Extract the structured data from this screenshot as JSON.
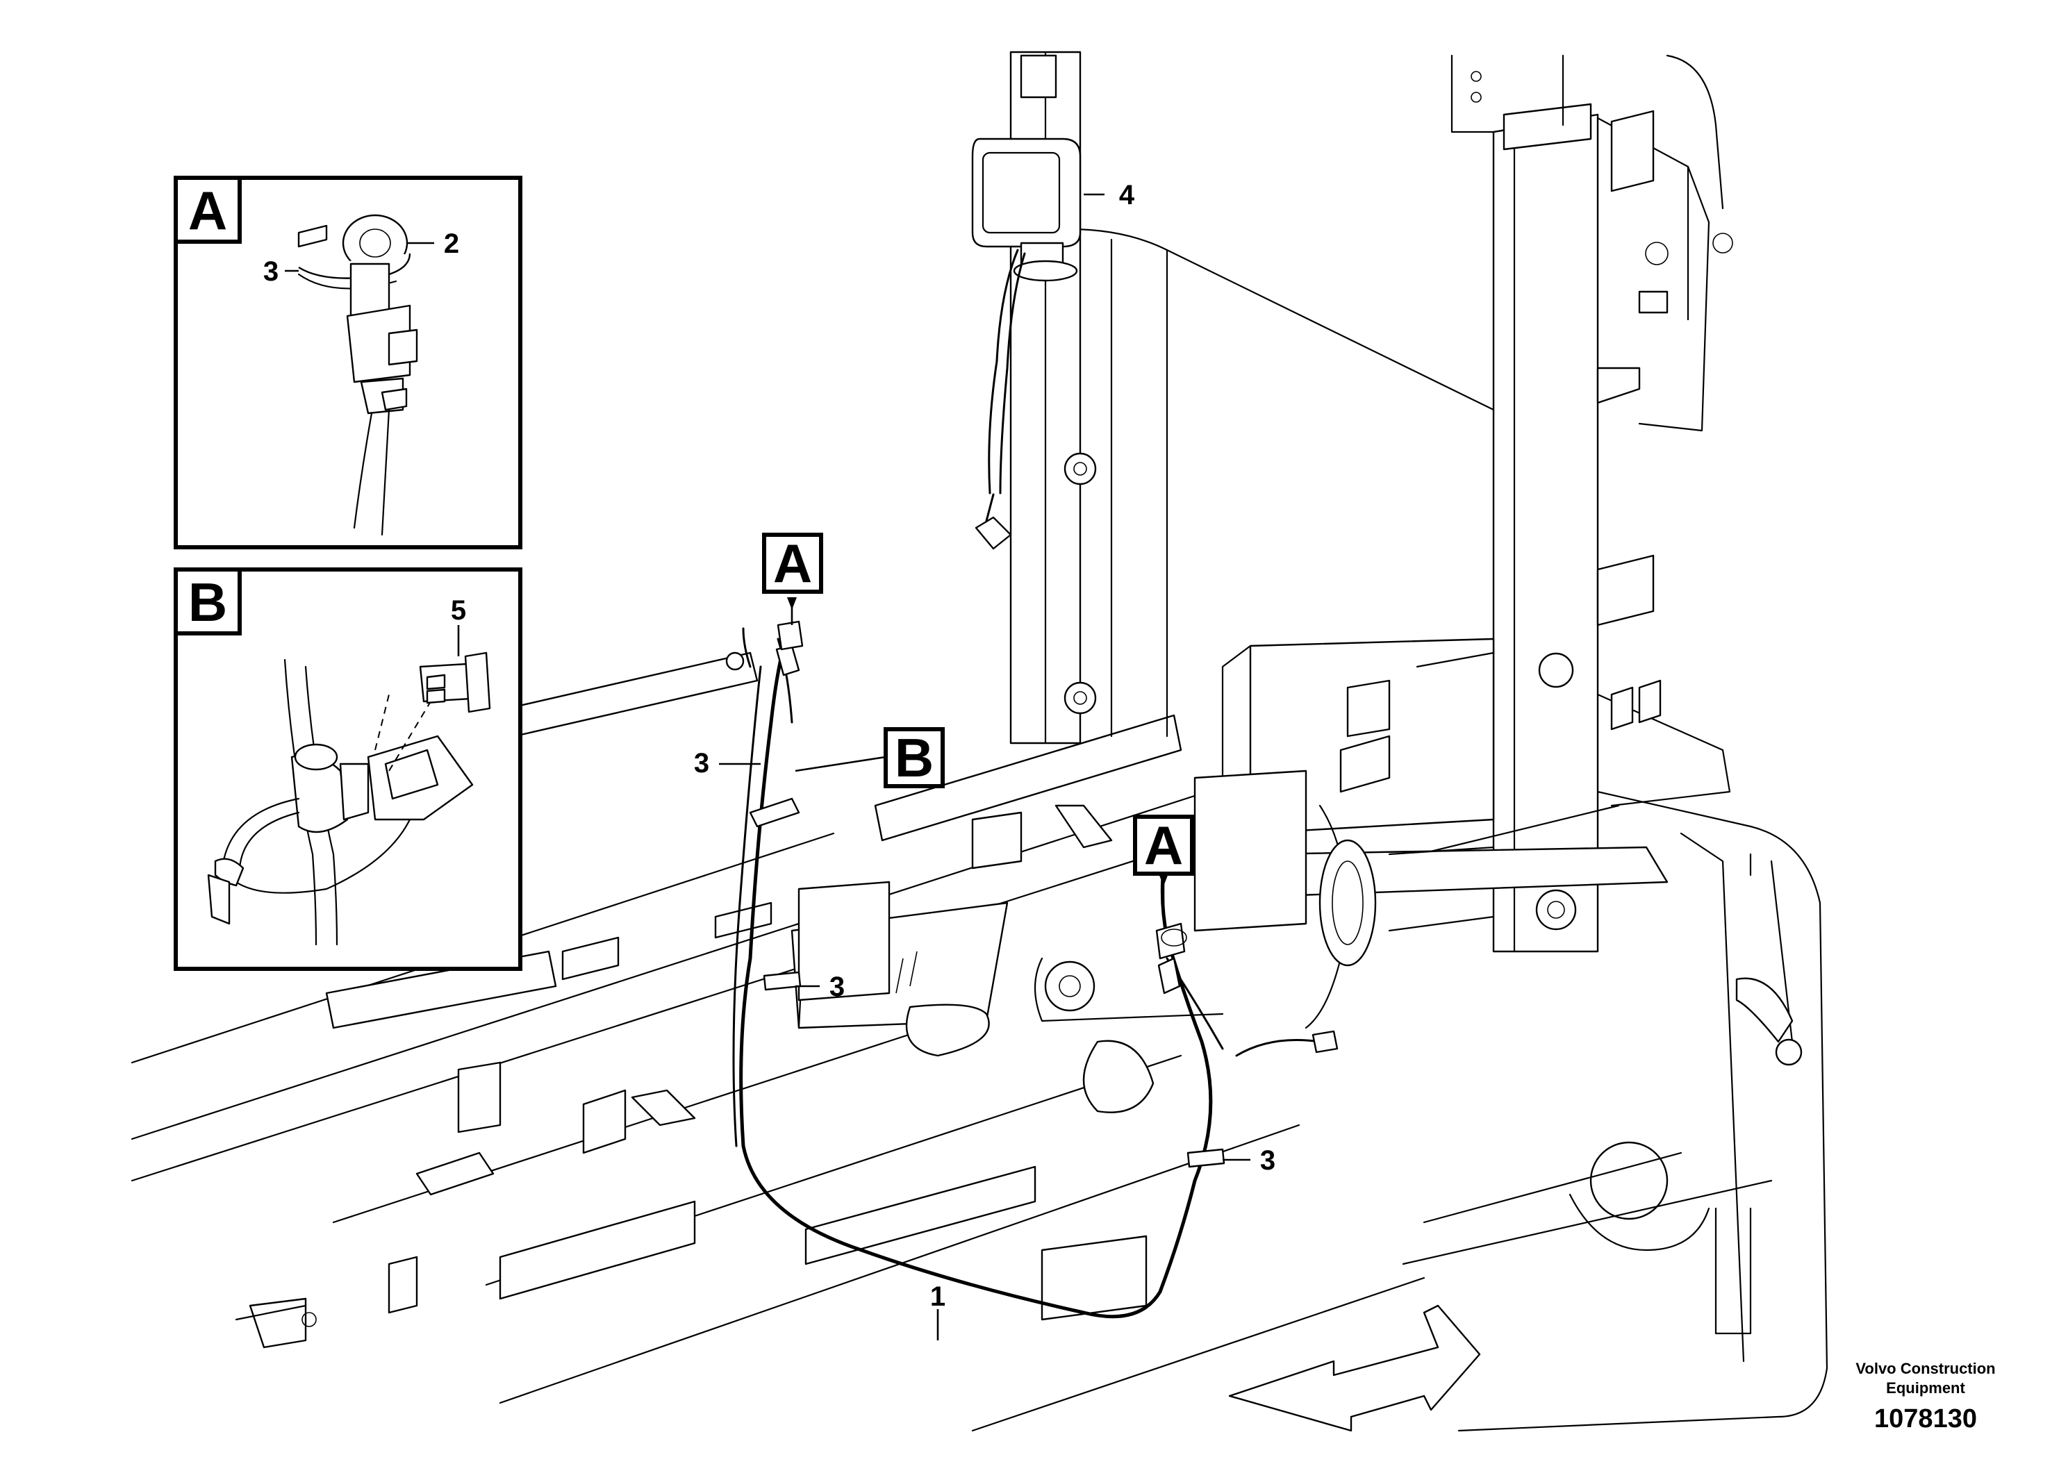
{
  "diagram": {
    "callouts": {
      "c1": "1",
      "c2": "2",
      "c3": "3",
      "c4": "4",
      "c5": "5"
    },
    "detail_views": {
      "a": "A",
      "b": "B"
    },
    "footer": {
      "brand_line1": "Volvo Construction",
      "brand_line2": "Equipment",
      "doc_number": "1078130"
    }
  }
}
